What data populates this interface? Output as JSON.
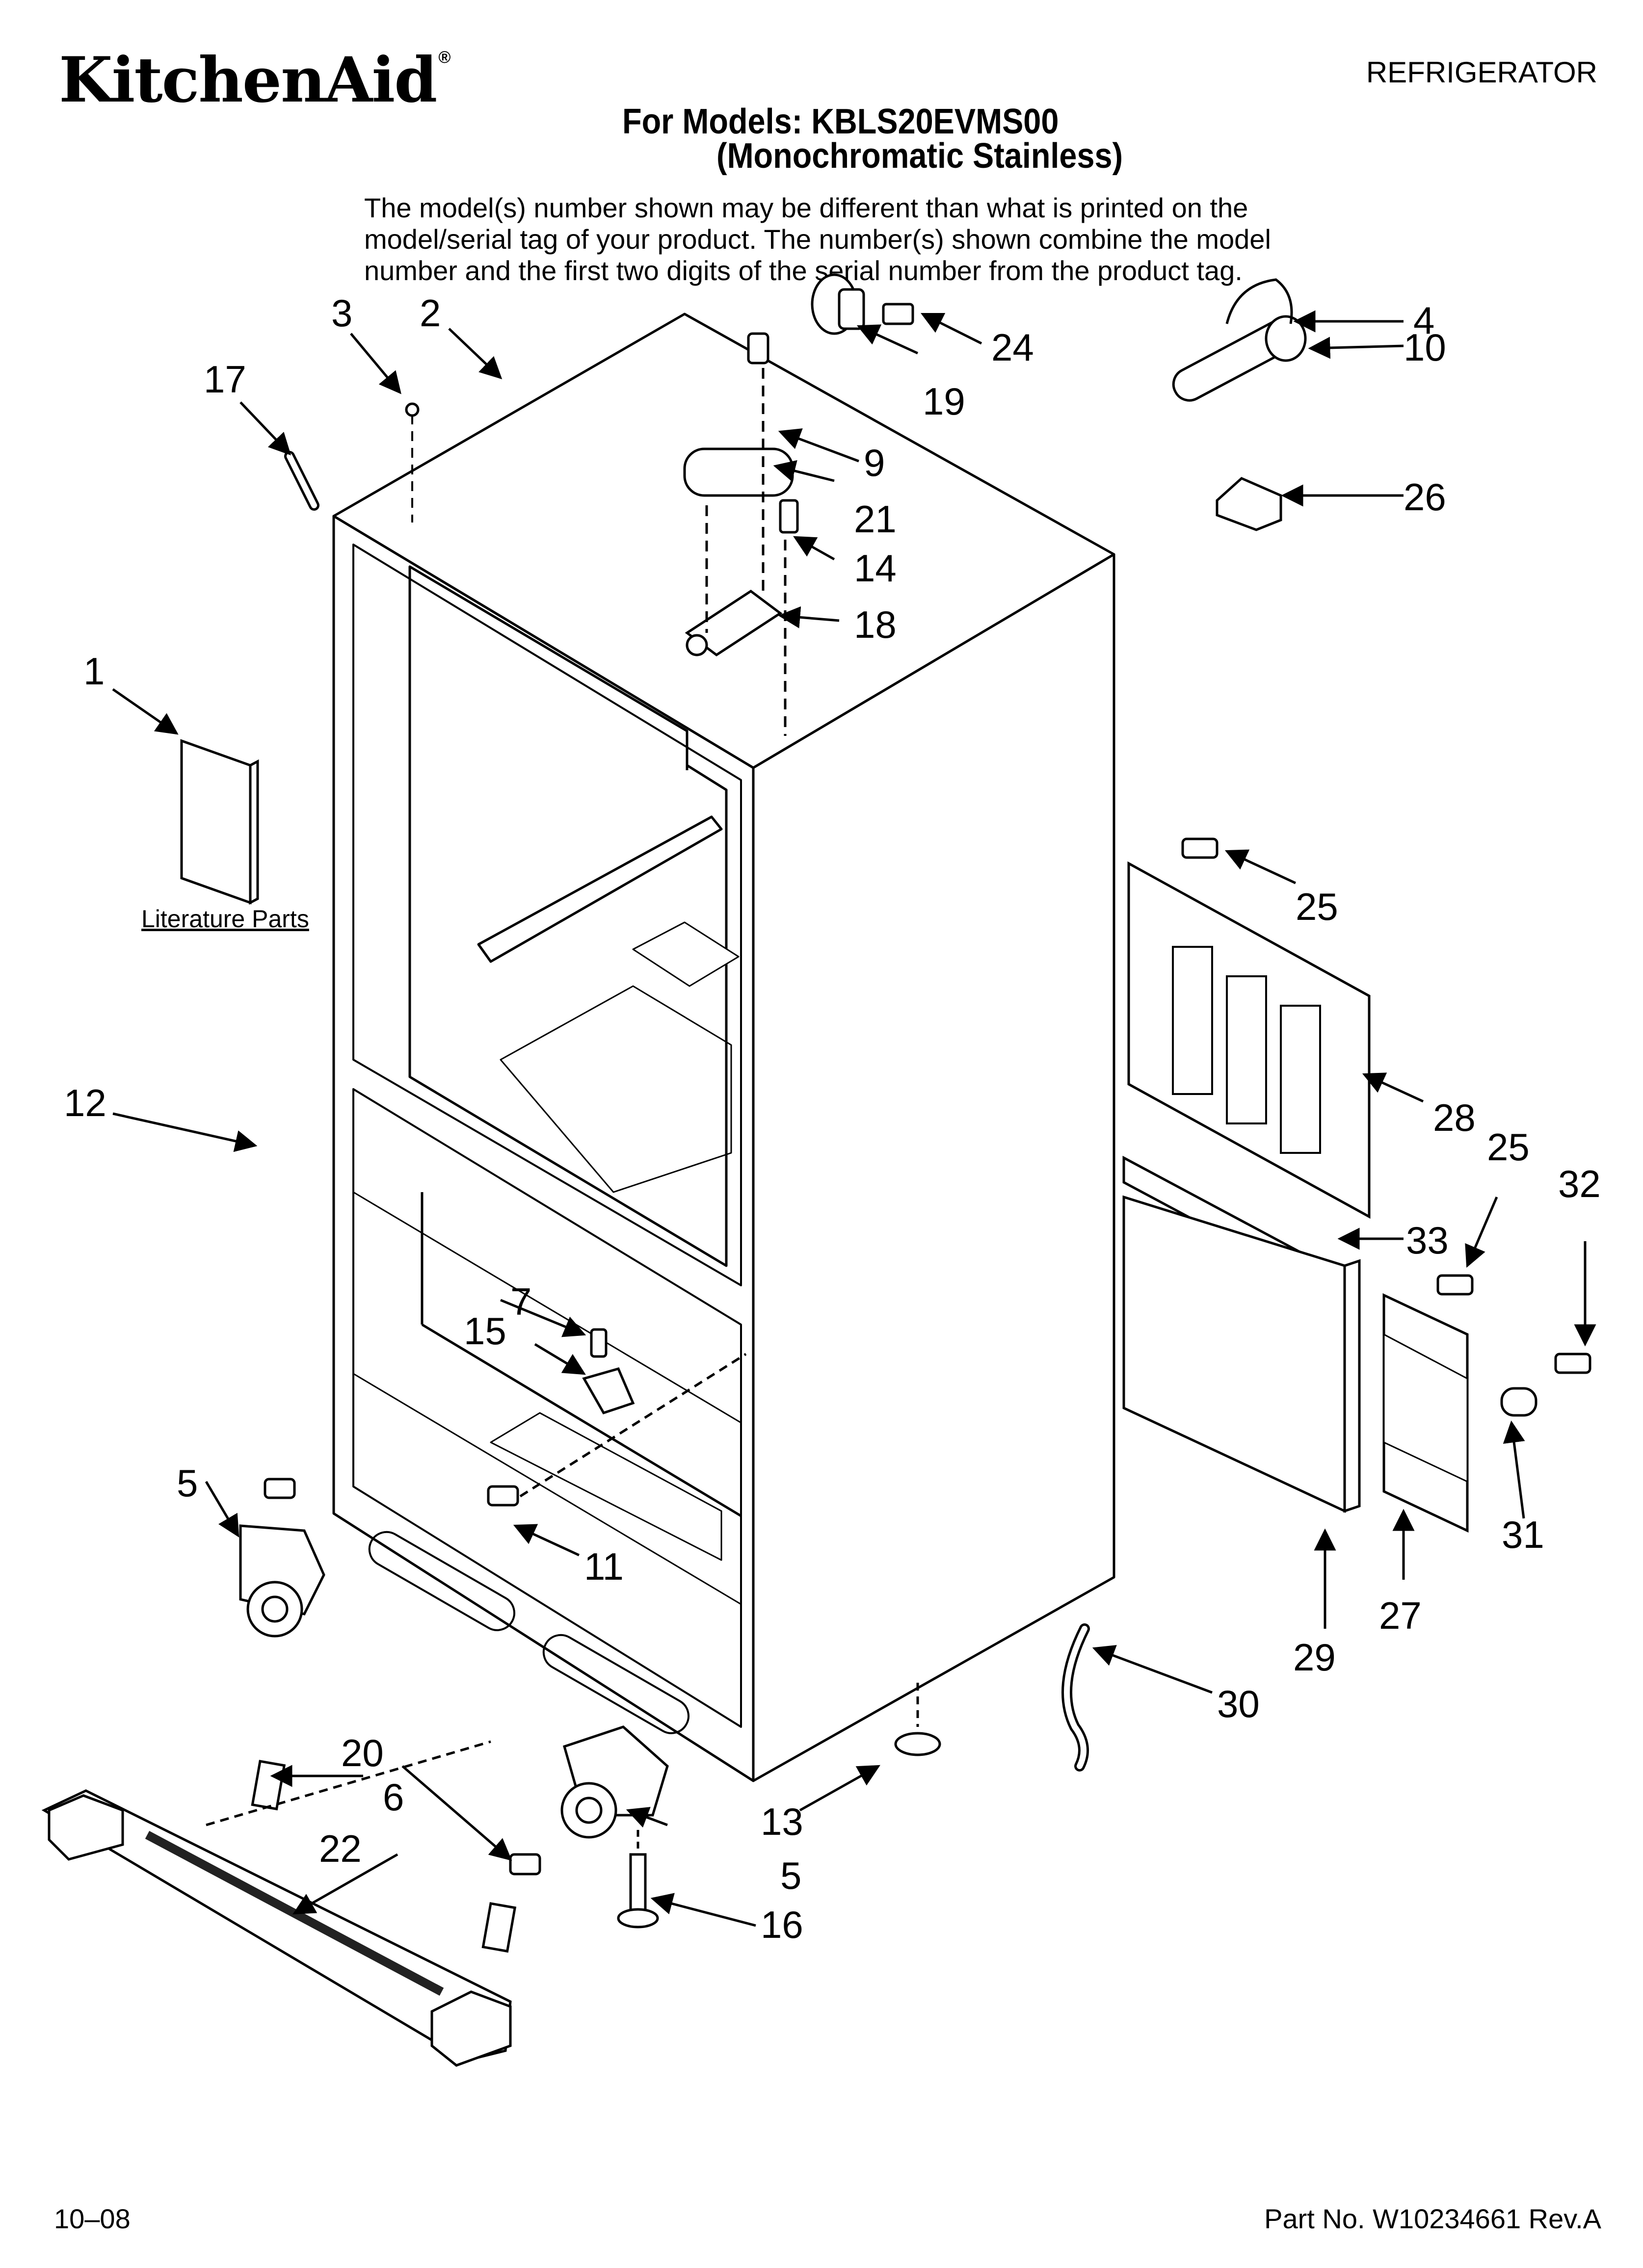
{
  "header": {
    "brand": "KitchenAid",
    "brand_mark": "®",
    "category": "REFRIGERATOR",
    "models_line": "For Models: KBLS20EVMS00",
    "models_subline": "(Monochromatic Stainless)",
    "disclaimer": [
      "The model(s) number shown may be different than what is printed on the",
      "model/serial tag of your product. The number(s) shown combine the model",
      "number and the first two digits of the serial number from the product tag."
    ]
  },
  "literature_label": "Literature Parts",
  "callouts": [
    "1",
    "2",
    "3",
    "4",
    "5",
    "5",
    "6",
    "7",
    "9",
    "10",
    "11",
    "12",
    "13",
    "14",
    "15",
    "16",
    "17",
    "18",
    "19",
    "20",
    "21",
    "22",
    "24",
    "25",
    "25",
    "26",
    "27",
    "28",
    "29",
    "30",
    "31",
    "32",
    "33"
  ],
  "footer": {
    "date": "10–08",
    "part_number": "Part No. W10234661 Rev.A"
  }
}
